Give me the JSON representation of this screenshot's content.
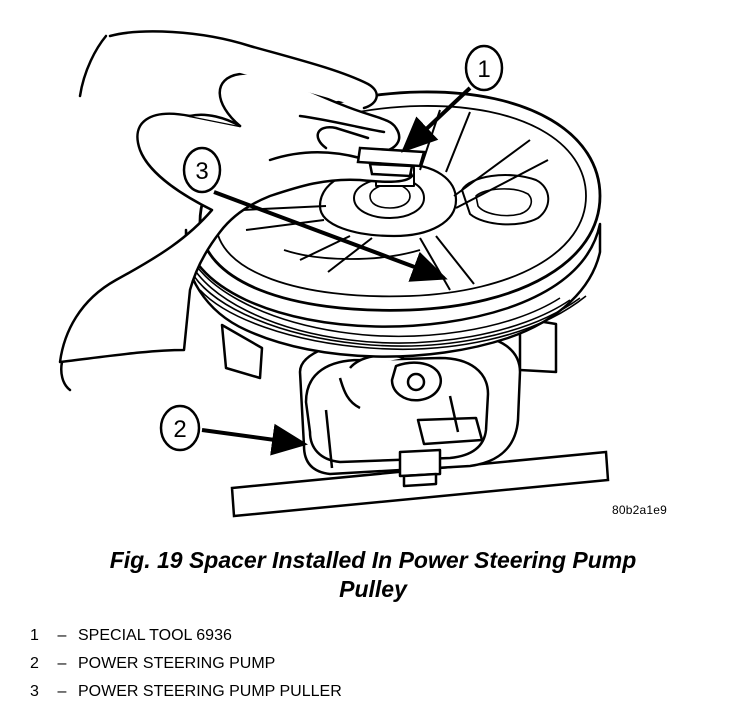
{
  "figure": {
    "callouts": [
      "1",
      "2",
      "3"
    ],
    "figure_id": "80b2a1e9"
  },
  "caption": {
    "line1": "Fig. 19 Spacer Installed In Power Steering Pump",
    "line2": "Pulley"
  },
  "legend": [
    {
      "number": "1",
      "separator": "–",
      "label": "SPECIAL TOOL 6936"
    },
    {
      "number": "2",
      "separator": "–",
      "label": "POWER STEERING PUMP"
    },
    {
      "number": "3",
      "separator": "–",
      "label": "POWER STEERING PUMP PULLER"
    }
  ]
}
